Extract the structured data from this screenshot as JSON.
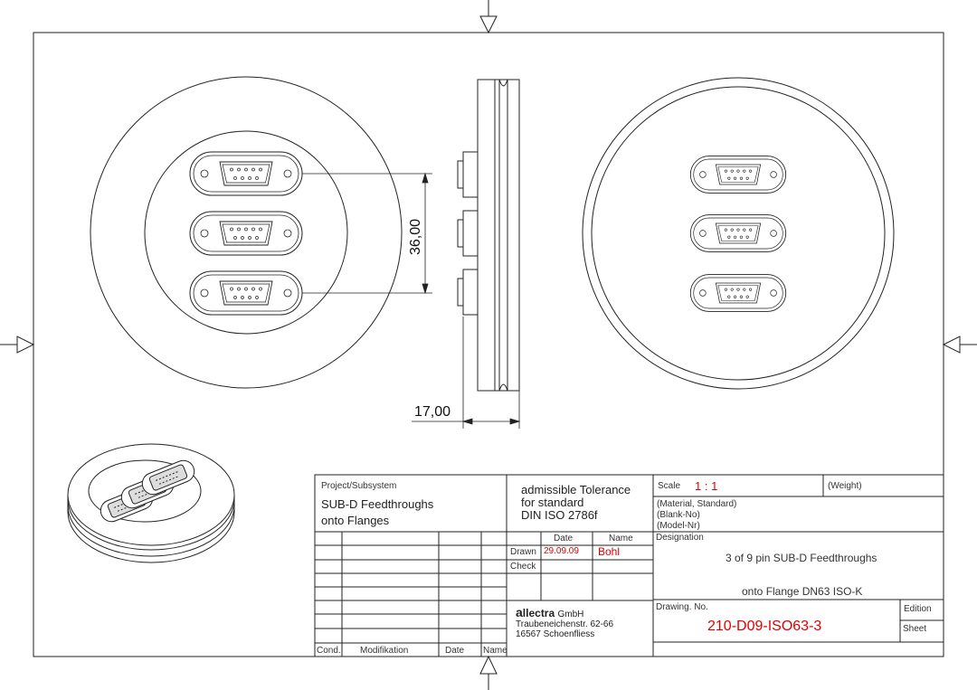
{
  "dimensions": {
    "pitch": "36,00",
    "thickness": "17,00"
  },
  "title_block": {
    "project_label": "Project/Subsystem",
    "project_line1": "SUB-D Feedthroughs",
    "project_line2": "onto Flanges",
    "tolerance_line1": "admissible Tolerance",
    "tolerance_line2": "for standard",
    "tolerance_line3": "DIN ISO 2786f",
    "scale_label": "Scale",
    "scale_value": "1 : 1",
    "weight_label": "(Weight)",
    "material_label": "(Material, Standard)",
    "blank_label": "(Blank-No)",
    "model_label": "(Model-Nr)",
    "date_header": "Date",
    "name_header": "Name",
    "drawn_label": "Drawn",
    "drawn_date": "29.09.09",
    "drawn_name": "Bohl",
    "check_label": "Check",
    "designation_label": "Designation",
    "designation_line1": "3 of 9 pin SUB-D Feedthroughs",
    "designation_line2": "onto Flange DN63 ISO-K",
    "company_brand_a": "a",
    "company_brand_rest": "llectra",
    "company_suffix": "GmbH",
    "company_street": "Traubeneichenstr. 62-66",
    "company_city": "16567 Schoenfliess",
    "drawing_no_label": "Drawing. No.",
    "drawing_no": "210-D09-ISO63-3",
    "edition_label": "Edition",
    "sheet_label": "Sheet",
    "col_cond": "Cond.",
    "col_modifikation": "Modifikation",
    "col_date": "Date",
    "col_name": "Name"
  },
  "colors": {
    "line": "#222222",
    "red_text": "#e00000"
  }
}
